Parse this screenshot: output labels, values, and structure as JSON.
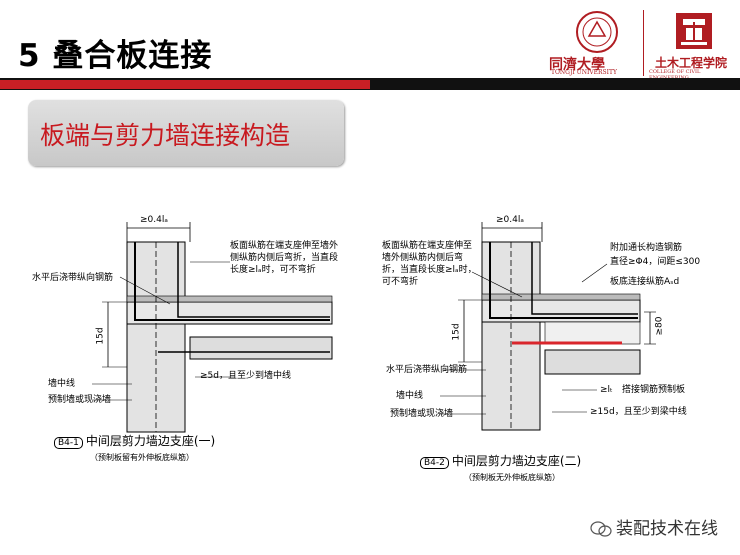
{
  "slide": {
    "title": "5 叠合板连接",
    "subtitle": "板端与剪力墙连接构造"
  },
  "logos": {
    "tongji_name": "同濟大學",
    "tongji_en": "TONGJI UNIVERSITY",
    "college_name": "土木工程学院",
    "college_en": "COLLEGE OF CIVIL ENGINEERING"
  },
  "left_diagram": {
    "dim_top": "≥0.4lₐ",
    "dim_side": "15d",
    "note_top": "板面纵筋在端支座伸至墙外侧纵筋内侧后弯折，当直段长度≥lₐ时，可不弯折",
    "label_horizontal_bar": "水平后浇带纵向钢筋",
    "label_wall_edge": "墙中线",
    "label_precast": "预制墙或现浇墙",
    "note_bottom": "≥5d，且至少到墙中线",
    "caption_tag": "B4-1",
    "caption": "中间层剪力墙边支座(一)",
    "sub_caption": "（预制板留有外伸板底纵筋）"
  },
  "right_diagram": {
    "dim_top": "≥0.4lₐ",
    "dim_side": "15d",
    "dim_80": "≥80",
    "note_top": "板面纵筋在端支座伸至墙外侧纵筋内侧后弯折，当直段长度≥lₐ时，可不弯折",
    "note_right_1": "附加通长构造钢筋",
    "note_right_2": "直径≥Φ4，间距≤300",
    "note_right_3": "板底连接纵筋Aₛd",
    "label_horizontal_bar": "水平后浇带纵向钢筋",
    "label_wall_edge": "墙中线",
    "label_precast": "预制墙或现浇墙",
    "label_joint": "搭接钢筋预制板",
    "note_lt": "≥lₜ",
    "note_bottom": "≥15d，且至少到梁中线",
    "caption_tag": "B4-2",
    "caption": "中间层剪力墙边支座(二)",
    "sub_caption": "（预制板无外伸板底纵筋）"
  },
  "watermark": "装配技术在线",
  "colors": {
    "accent_red": "#c81f25",
    "logo_red": "#b01d22",
    "rebar_red": "#d9262c"
  }
}
